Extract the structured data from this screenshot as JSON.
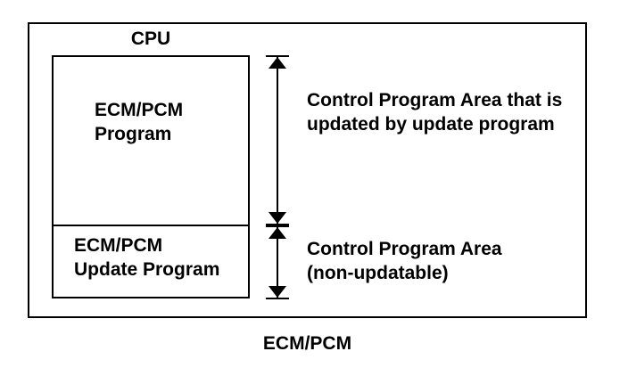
{
  "diagram": {
    "title_context": "CPU memory layout diagram",
    "cpu_label": "CPU",
    "program_box_label": "ECM/PCM\nProgram",
    "update_box_label": "ECM/PCM\nUpdate Program",
    "annotation_updatable": "Control Program Area that is\nupdated by update program",
    "annotation_non_updatable": "Control Program Area\n(non-updatable)",
    "bottom_label": "ECM/PCM",
    "colors": {
      "line": "#000000",
      "text": "#000000",
      "background": "#ffffff"
    },
    "icons": [
      {
        "name": "dimension-arrow-updatable",
        "glyph": "double-headed vertical arrow with end ticks"
      },
      {
        "name": "dimension-arrow-non-updatable",
        "glyph": "double-headed vertical arrow with end ticks"
      }
    ]
  }
}
